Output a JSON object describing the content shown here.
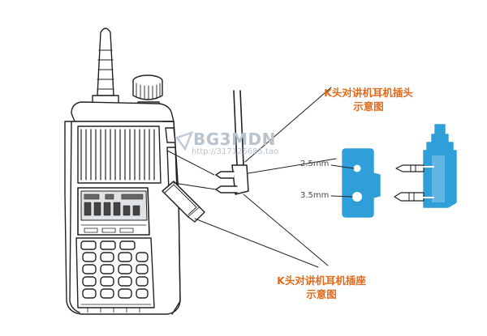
{
  "plug_label": {
    "line1": "K头对讲机耳机插头",
    "line2": "示意图"
  },
  "socket_label": {
    "line1": "K头对讲机耳机插座",
    "line2": "示意图"
  },
  "sizes": {
    "small": "2.5mm",
    "large": "3.5mm"
  },
  "watermark": {
    "brand": "BG3MDN",
    "url": "http://317125685.tao"
  },
  "colors": {
    "accent": "#e06a1c",
    "connector": "#2e9fd9",
    "line": "#222222"
  }
}
